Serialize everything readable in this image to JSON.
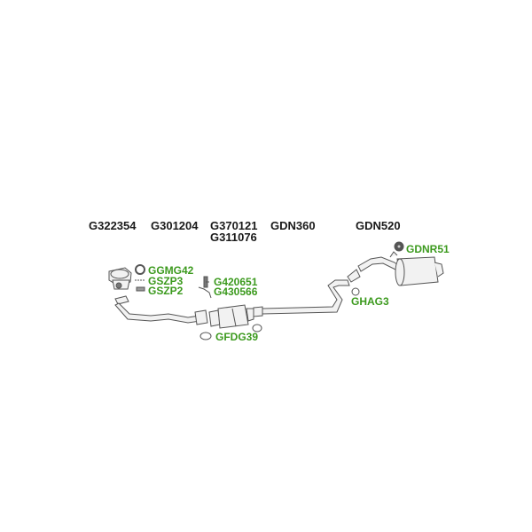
{
  "header_codes": [
    {
      "label": "G322354"
    },
    {
      "label": "G301204"
    },
    {
      "label": "G370121"
    },
    {
      "label": "G311076"
    },
    {
      "label": "GDN360"
    },
    {
      "label": "GDN520"
    }
  ],
  "parts": [
    {
      "label": "GGMG42",
      "icon": "gasket-ring-icon"
    },
    {
      "label": "GSZP3",
      "icon": "bolt-icon"
    },
    {
      "label": "GSZP2",
      "icon": "spring-icon"
    },
    {
      "label": "G420651",
      "icon": "bracket-icon"
    },
    {
      "label": "G430566",
      "icon": "hanger-icon"
    },
    {
      "label": "GFDG39",
      "icon": "flange-gasket-icon"
    },
    {
      "label": "GHAG3",
      "icon": "ring-icon"
    },
    {
      "label": "GDNR51",
      "icon": "rubber-mount-icon"
    }
  ],
  "colors": {
    "part_label": "#3c9a1e",
    "code_label": "#1a1a1a",
    "line": "#555555",
    "fill": "#f2f2f2"
  }
}
